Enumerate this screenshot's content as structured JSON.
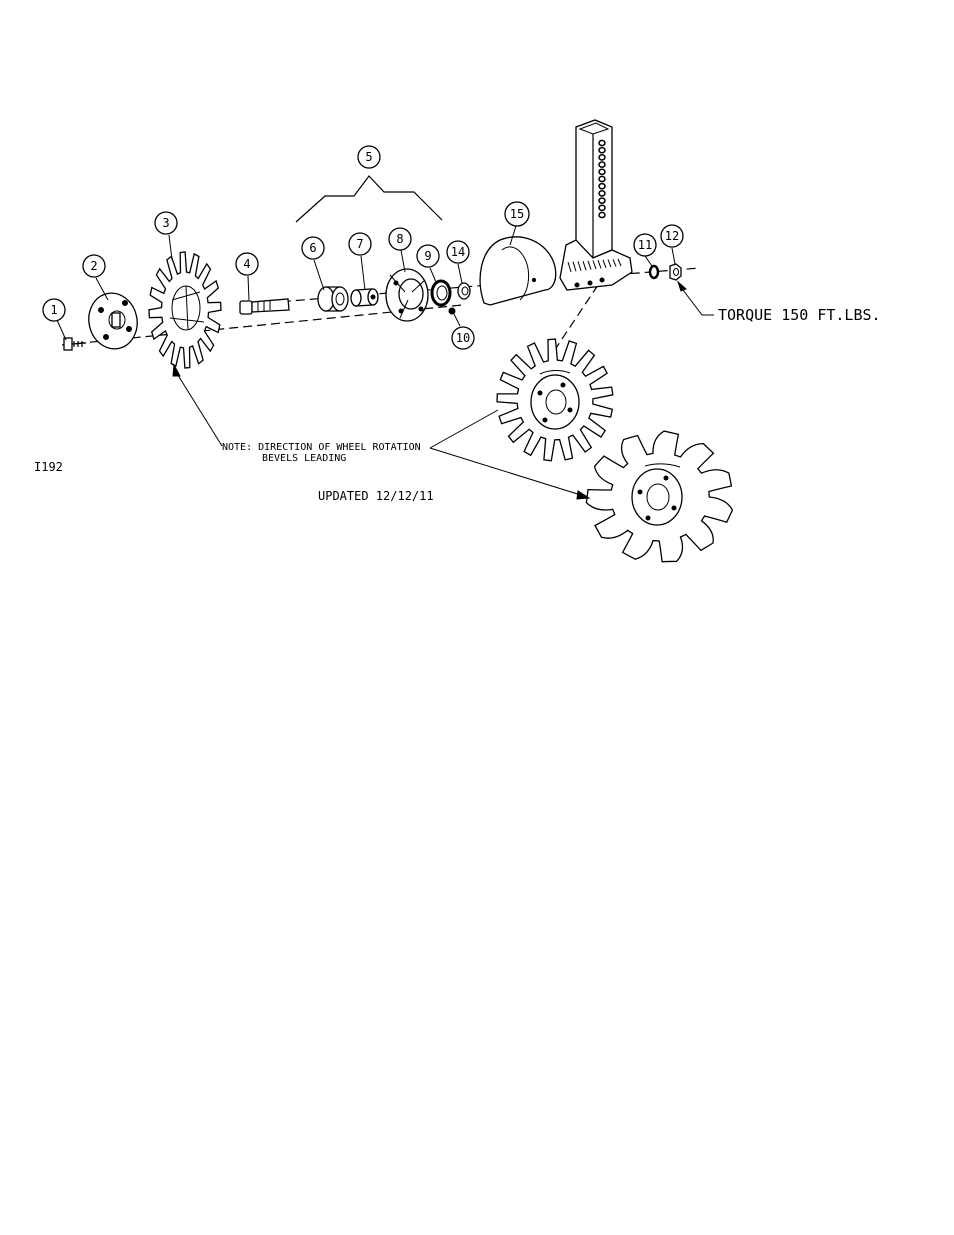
{
  "drawing": {
    "code": "I192",
    "updated": "UPDATED 12/12/11",
    "torque_note": "TORQUE 150 FT.LBS.",
    "rotation_note_line1": "NOTE: DIRECTION OF WHEEL ROTATION",
    "rotation_note_line2": "BEVELS LEADING"
  },
  "callouts": [
    "1",
    "2",
    "3",
    "4",
    "5",
    "6",
    "7",
    "8",
    "9",
    "10",
    "11",
    "12",
    "14",
    "15"
  ]
}
